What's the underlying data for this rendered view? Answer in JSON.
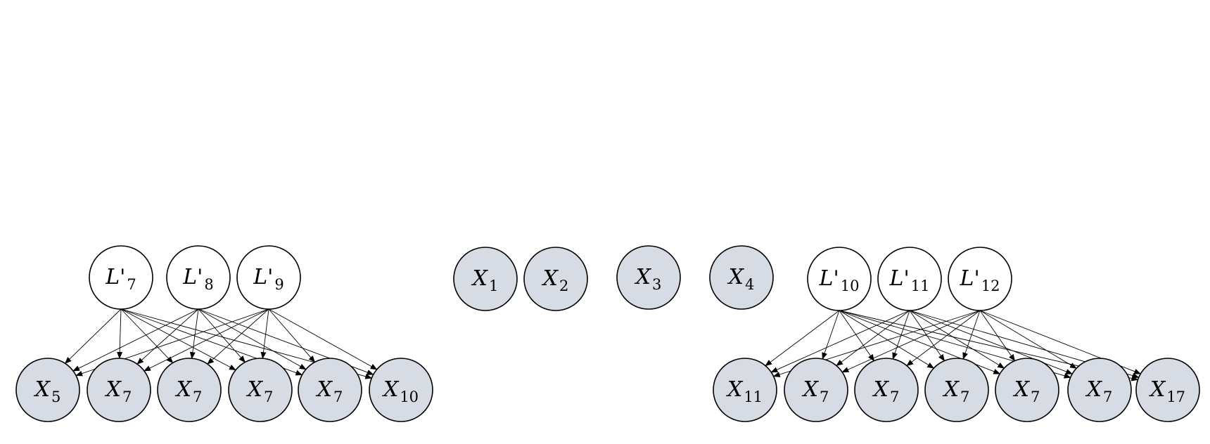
{
  "colors": {
    "observed_fill": "#d6dbe4",
    "latent_fill": "#ffffff",
    "stroke": "#000000"
  },
  "nodes": [
    {
      "id": "Lp7",
      "base": "L'",
      "sub": "7",
      "kind": "latent"
    },
    {
      "id": "Lp8",
      "base": "L'",
      "sub": "8",
      "kind": "latent"
    },
    {
      "id": "Lp9",
      "base": "L'",
      "sub": "9",
      "kind": "latent"
    },
    {
      "id": "X1",
      "base": "X",
      "sub": "1",
      "kind": "observed"
    },
    {
      "id": "X2",
      "base": "X",
      "sub": "2",
      "kind": "observed"
    },
    {
      "id": "X3",
      "base": "X",
      "sub": "3",
      "kind": "observed"
    },
    {
      "id": "X4",
      "base": "X",
      "sub": "4",
      "kind": "observed"
    },
    {
      "id": "Lp10",
      "base": "L'",
      "sub": "10",
      "kind": "latent"
    },
    {
      "id": "Lp11",
      "base": "L'",
      "sub": "11",
      "kind": "latent"
    },
    {
      "id": "Lp12",
      "base": "L'",
      "sub": "12",
      "kind": "latent"
    },
    {
      "id": "X5",
      "base": "X",
      "sub": "5",
      "kind": "observed"
    },
    {
      "id": "XA1",
      "base": "X",
      "sub": "7",
      "kind": "observed"
    },
    {
      "id": "XA2",
      "base": "X",
      "sub": "7",
      "kind": "observed"
    },
    {
      "id": "XA3",
      "base": "X",
      "sub": "7",
      "kind": "observed"
    },
    {
      "id": "XA4",
      "base": "X",
      "sub": "7",
      "kind": "observed"
    },
    {
      "id": "X10",
      "base": "X",
      "sub": "10",
      "kind": "observed"
    },
    {
      "id": "X11",
      "base": "X",
      "sub": "11",
      "kind": "observed"
    },
    {
      "id": "XB1",
      "base": "X",
      "sub": "7",
      "kind": "observed"
    },
    {
      "id": "XB2",
      "base": "X",
      "sub": "7",
      "kind": "observed"
    },
    {
      "id": "XB3",
      "base": "X",
      "sub": "7",
      "kind": "observed"
    },
    {
      "id": "XB4",
      "base": "X",
      "sub": "7",
      "kind": "observed"
    },
    {
      "id": "XB5",
      "base": "X",
      "sub": "7",
      "kind": "observed"
    },
    {
      "id": "X17",
      "base": "X",
      "sub": "17",
      "kind": "observed"
    }
  ],
  "edge_groups": [
    {
      "from": [
        "Lp7",
        "Lp8",
        "Lp9"
      ],
      "to": [
        "X5",
        "XA1",
        "XA2",
        "XA3",
        "XA4",
        "X10"
      ]
    },
    {
      "from": [
        "Lp10",
        "Lp11",
        "Lp12"
      ],
      "to": [
        "X11",
        "XB1",
        "XB2",
        "XB3",
        "XB4",
        "XB5",
        "X17"
      ]
    }
  ]
}
